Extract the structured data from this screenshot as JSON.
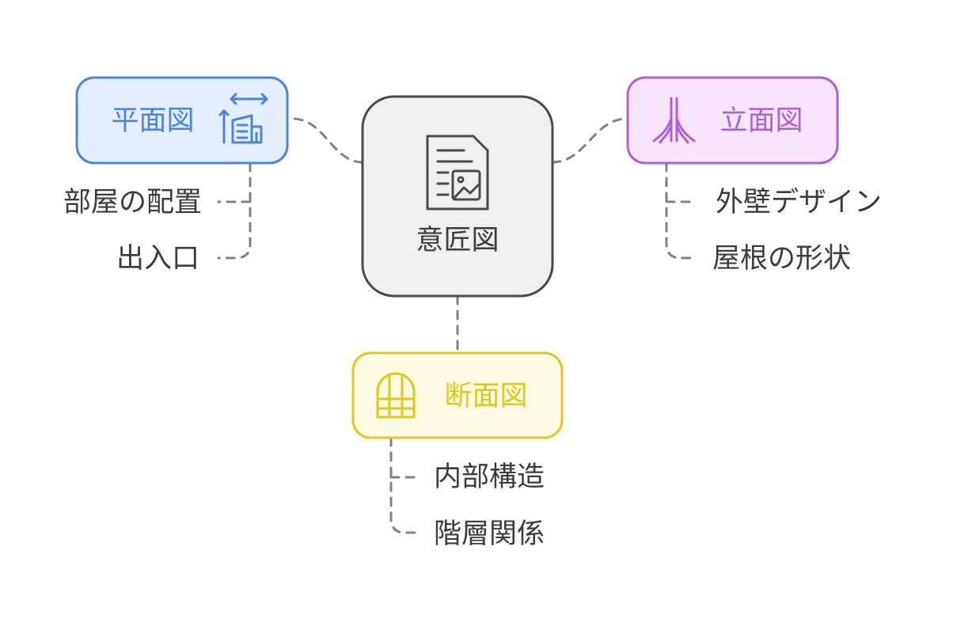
{
  "center": {
    "label": "意匠図",
    "icon": "document-image-icon"
  },
  "nodes": {
    "plan": {
      "label": "平面図",
      "icon": "floor-plan-icon",
      "items": [
        "部屋の配置",
        "出入口"
      ]
    },
    "elevation": {
      "label": "立面図",
      "icon": "elevation-roots-icon",
      "items": [
        "外壁デザイン",
        "屋根の形状"
      ]
    },
    "section": {
      "label": "断面図",
      "icon": "arched-window-icon",
      "items": [
        "内部構造",
        "階層関係"
      ]
    }
  },
  "colors": {
    "center_fill": "#f0f0f0",
    "center_stroke": "#4a4a4a",
    "plan_fill": "#e5eefd",
    "plan_stroke": "#4a85dd",
    "elevation_fill": "#f7e5fb",
    "elevation_stroke": "#b35ed9",
    "section_fill": "#fdfbe3",
    "section_stroke": "#e0c81c",
    "connector": "#828282",
    "text": "#3c3c3c"
  }
}
